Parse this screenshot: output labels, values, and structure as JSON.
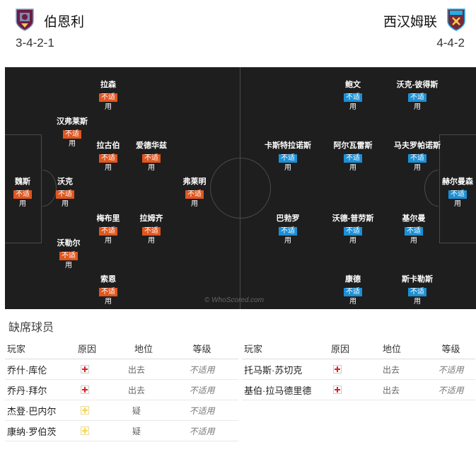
{
  "home": {
    "name": "伯恩利",
    "formation": "3-4-2-1",
    "badge_icon": "burnley-crest-icon",
    "color": "#e0561f",
    "players": [
      {
        "name": "拉森",
        "status": "不适",
        "status2": "用"
      },
      {
        "name": "汉弗莱斯",
        "status": "不适",
        "status2": "用"
      },
      {
        "name": "拉古伯",
        "status": "不适",
        "status2": "用"
      },
      {
        "name": "爱德华兹",
        "status": "不适",
        "status2": "用"
      },
      {
        "name": "魏斯",
        "status": "不适",
        "status2": "用"
      },
      {
        "name": "沃克",
        "status": "不适",
        "status2": "用"
      },
      {
        "name": "弗莱明",
        "status": "不适",
        "status2": "用"
      },
      {
        "name": "梅布里",
        "status": "不适",
        "status2": "用"
      },
      {
        "name": "拉姆齐",
        "status": "不适",
        "status2": "用"
      },
      {
        "name": "沃勒尔",
        "status": "不适",
        "status2": "用"
      },
      {
        "name": "索恩",
        "status": "不适",
        "status2": "用"
      }
    ]
  },
  "away": {
    "name": "西汉姆联",
    "formation": "4-4-2",
    "badge_icon": "west-ham-crest-icon",
    "color": "#1d8fd4",
    "players": [
      {
        "name": "鲍文",
        "status": "不适",
        "status2": "用"
      },
      {
        "name": "沃克-彼得斯",
        "status": "不适",
        "status2": "用"
      },
      {
        "name": "卡斯特拉诺斯",
        "status": "不适",
        "status2": "用"
      },
      {
        "name": "阿尔瓦雷斯",
        "status": "不适",
        "status2": "用"
      },
      {
        "name": "马夫罗帕诺斯",
        "status": "不适",
        "status2": "用"
      },
      {
        "name": "赫尔曼森",
        "status": "不适",
        "status2": "用"
      },
      {
        "name": "巴勃罗",
        "status": "不适",
        "status2": "用"
      },
      {
        "name": "沃德-普劳斯",
        "status": "不适",
        "status2": "用"
      },
      {
        "name": "基尔曼",
        "status": "不适",
        "status2": "用"
      },
      {
        "name": "康德",
        "status": "不适",
        "status2": "用"
      },
      {
        "name": "斯卡勒斯",
        "status": "不适",
        "status2": "用"
      }
    ]
  },
  "watermark": "© WhoScored.com",
  "missing": {
    "title": "缺席球员",
    "headers": {
      "player": "玩家",
      "reason": "原因",
      "position": "地位",
      "rating": "等级"
    },
    "home_rows": [
      {
        "player": "乔什·库伦",
        "reason": "injury",
        "position": "出去",
        "rating": "不适用"
      },
      {
        "player": "乔丹·拜尔",
        "reason": "injury",
        "position": "出去",
        "rating": "不适用"
      },
      {
        "player": "杰登·巴内尔",
        "reason": "doubt",
        "position": "疑",
        "rating": "不适用"
      },
      {
        "player": "康纳·罗伯茨",
        "reason": "doubt",
        "position": "疑",
        "rating": "不适用"
      }
    ],
    "away_rows": [
      {
        "player": "托马斯·苏切克",
        "reason": "injury",
        "position": "出去",
        "rating": "不适用"
      },
      {
        "player": "基伯·拉马德里德",
        "reason": "injury",
        "position": "出去",
        "rating": "不适用"
      }
    ]
  }
}
